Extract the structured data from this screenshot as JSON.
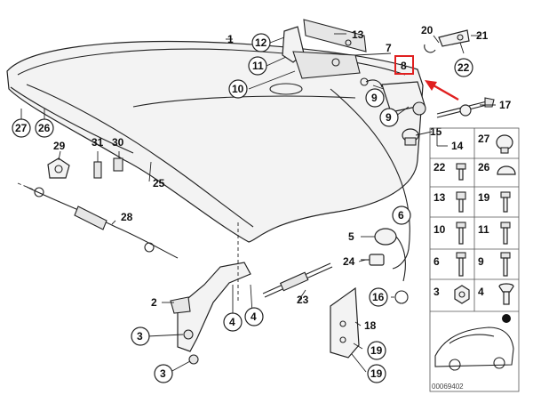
{
  "diagram": {
    "highlight_color": "#e02020",
    "figure_number": "00069402",
    "callouts": {
      "c1": "1",
      "c2": "2",
      "c3a": "3",
      "c3b": "3",
      "c4a": "4",
      "c4b": "4",
      "c5": "5",
      "c6": "6",
      "c7": "7",
      "c8": "8",
      "c9a": "9",
      "c9b": "9",
      "c10": "10",
      "c11": "11",
      "c12": "12",
      "c13": "13",
      "c14": "14",
      "c15": "15",
      "c16": "16",
      "c17": "17",
      "c18": "18",
      "c19a": "19",
      "c19b": "19",
      "c20": "20",
      "c21": "21",
      "c22": "22",
      "c23": "23",
      "c24": "24",
      "c25": "25",
      "c26": "26",
      "c27": "27",
      "c28": "28",
      "c29": "29",
      "c30": "30",
      "c31": "31"
    },
    "grid_labels": {
      "g27": "27",
      "g22": "22",
      "g26": "26",
      "g13": "13",
      "g19": "19",
      "g10": "10",
      "g11": "11",
      "g6": "6",
      "g9": "9",
      "g3": "3",
      "g4": "4"
    }
  }
}
